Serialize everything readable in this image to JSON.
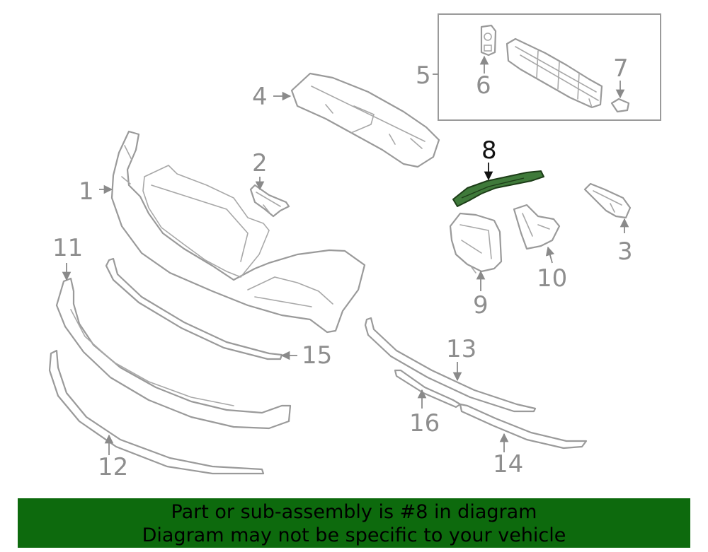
{
  "diagram": {
    "callouts": [
      "1",
      "2",
      "3",
      "4",
      "5",
      "6",
      "7",
      "8",
      "9",
      "10",
      "11",
      "12",
      "13",
      "14",
      "15",
      "16"
    ],
    "highlighted_part": "8",
    "highlight_color": "#3f7a3a"
  },
  "banner": {
    "line1": "Part or sub-assembly is #8 in diagram",
    "line2": "Diagram may not be specific to your vehicle",
    "background": "#0d6a0d"
  }
}
